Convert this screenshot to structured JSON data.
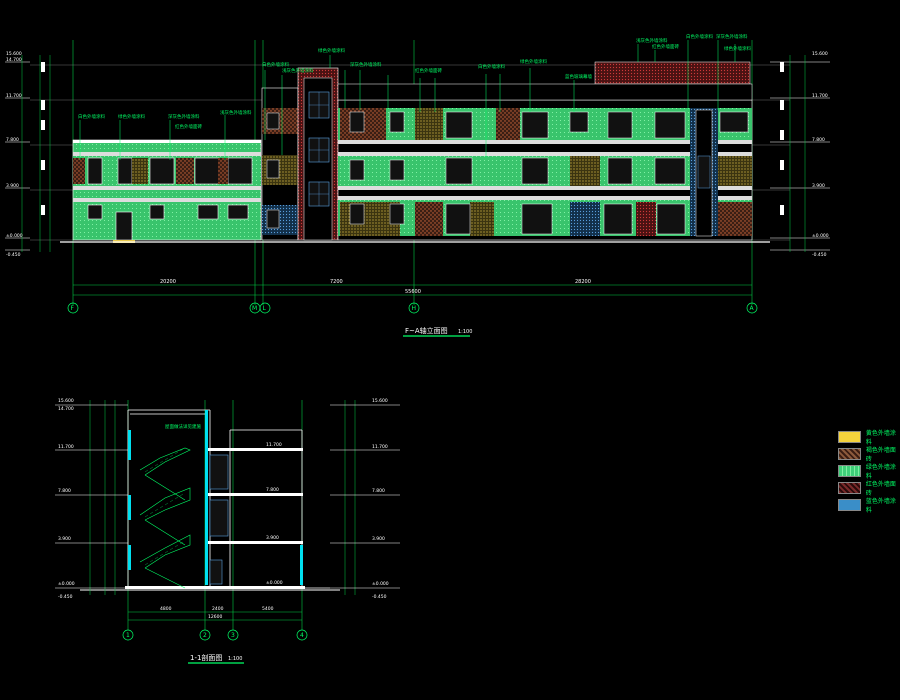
{
  "drawing": {
    "elevation_title": "F~A轴立面图",
    "elevation_scale": "1:100",
    "section_title": "1-1剖面图",
    "section_scale": "1:100"
  },
  "elevation": {
    "grid_axes": [
      "F",
      "M",
      "L",
      "H",
      "A"
    ],
    "level_marks_left": [
      "15.600",
      "14.700",
      "11.700",
      "7.800",
      "3.900",
      "±0.000",
      "-0.450"
    ],
    "level_marks_right": [
      "15.600",
      "11.700",
      "7.800",
      "3.900",
      "±0.000",
      "-0.450"
    ],
    "dims_bottom": [
      "20200",
      "7200",
      "28200"
    ],
    "dim_total": "55600",
    "top_annotations": [
      "白色外墙涂料",
      "浅灰色外墙涂料",
      "深灰色外墙涂料",
      "红色外墙面砖",
      "绿色外墙涂料",
      "蓝色玻璃幕墙"
    ]
  },
  "section": {
    "grid_axes": [
      "1",
      "2",
      "3",
      "4"
    ],
    "level_marks_left": [
      "15.600",
      "14.700",
      "11.700",
      "7.800",
      "3.900",
      "±0.000",
      "-0.450"
    ],
    "level_marks_right": [
      "15.600",
      "11.700",
      "7.800",
      "3.900",
      "±0.000",
      "-0.450"
    ],
    "dims_bottom": [
      "4800",
      "2400",
      "5400"
    ],
    "dim_total": "12600",
    "floor_levels": [
      "11.700",
      "7.800",
      "3.900",
      "±0.000"
    ],
    "roof_note": "屋面做法详见建施"
  },
  "legend": {
    "items": [
      {
        "label": "黄色外墙涂料",
        "color": "#f4d23c"
      },
      {
        "label": "褐色外墙面砖",
        "color": "#8b5a3c"
      },
      {
        "label": "绿色外墙涂料",
        "color": "#3fcf7a"
      },
      {
        "label": "红色外墙面砖",
        "color": "#7a2a2a"
      },
      {
        "label": "蓝色外墙涂料",
        "color": "#3a8ec8"
      }
    ]
  }
}
